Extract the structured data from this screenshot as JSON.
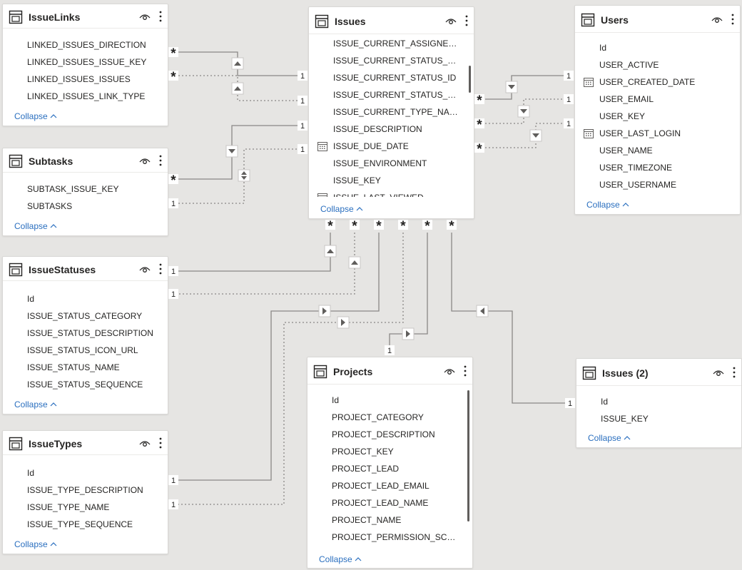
{
  "tables": {
    "issuelinks": {
      "title": "IssueLinks",
      "fields": [
        "LINKED_ISSUES_DIRECTION",
        "LINKED_ISSUES_ISSUE_KEY",
        "LINKED_ISSUES_ISSUES",
        "LINKED_ISSUES_LINK_TYPE"
      ],
      "collapse": "Collapse"
    },
    "subtasks": {
      "title": "Subtasks",
      "fields": [
        "SUBTASK_ISSUE_KEY",
        "SUBTASKS"
      ],
      "collapse": "Collapse"
    },
    "issuestatuses": {
      "title": "IssueStatuses",
      "fields": [
        "Id",
        "ISSUE_STATUS_CATEGORY",
        "ISSUE_STATUS_DESCRIPTION",
        "ISSUE_STATUS_ICON_URL",
        "ISSUE_STATUS_NAME",
        "ISSUE_STATUS_SEQUENCE"
      ],
      "collapse": "Collapse"
    },
    "issuetypes": {
      "title": "IssueTypes",
      "fields": [
        "Id",
        "ISSUE_TYPE_DESCRIPTION",
        "ISSUE_TYPE_NAME",
        "ISSUE_TYPE_SEQUENCE"
      ],
      "collapse": "Collapse"
    },
    "issues": {
      "title": "Issues",
      "fields": [
        "ISSUE_CURRENT_ASSIGNEE_N...",
        "ISSUE_CURRENT_STATUS_CATE...",
        "ISSUE_CURRENT_STATUS_ID",
        "ISSUE_CURRENT_STATUS_NAME",
        "ISSUE_CURRENT_TYPE_NAME",
        "ISSUE_DESCRIPTION",
        "ISSUE_DUE_DATE",
        "ISSUE_ENVIRONMENT",
        "ISSUE_KEY",
        "ISSUE_LAST_VIEWED"
      ],
      "date_fields": [
        "ISSUE_DUE_DATE",
        "ISSUE_LAST_VIEWED"
      ],
      "collapse": "Collapse"
    },
    "users": {
      "title": "Users",
      "fields": [
        "Id",
        "USER_ACTIVE",
        "USER_CREATED_DATE",
        "USER_EMAIL",
        "USER_KEY",
        "USER_LAST_LOGIN",
        "USER_NAME",
        "USER_TIMEZONE",
        "USER_USERNAME"
      ],
      "date_fields": [
        "USER_CREATED_DATE",
        "USER_LAST_LOGIN"
      ],
      "collapse": "Collapse"
    },
    "projects": {
      "title": "Projects",
      "fields": [
        "Id",
        "PROJECT_CATEGORY",
        "PROJECT_DESCRIPTION",
        "PROJECT_KEY",
        "PROJECT_LEAD",
        "PROJECT_LEAD_EMAIL",
        "PROJECT_LEAD_NAME",
        "PROJECT_NAME",
        "PROJECT_PERMISSION_SCHEM..."
      ],
      "collapse": "Collapse"
    },
    "issues2": {
      "title": "Issues (2)",
      "fields": [
        "Id",
        "ISSUE_KEY"
      ],
      "collapse": "Collapse"
    }
  },
  "cardinality": {
    "one": "1",
    "many": "*"
  },
  "icons": {
    "table": "table-icon",
    "view": "eye-icon",
    "more": "more-options-icon",
    "date": "calendar-icon",
    "collapse": "chevron-up-icon"
  },
  "colors": {
    "canvas": "#e6e5e3",
    "card": "#ffffff",
    "link": "#2a6fbf",
    "line": "#8a8886"
  }
}
